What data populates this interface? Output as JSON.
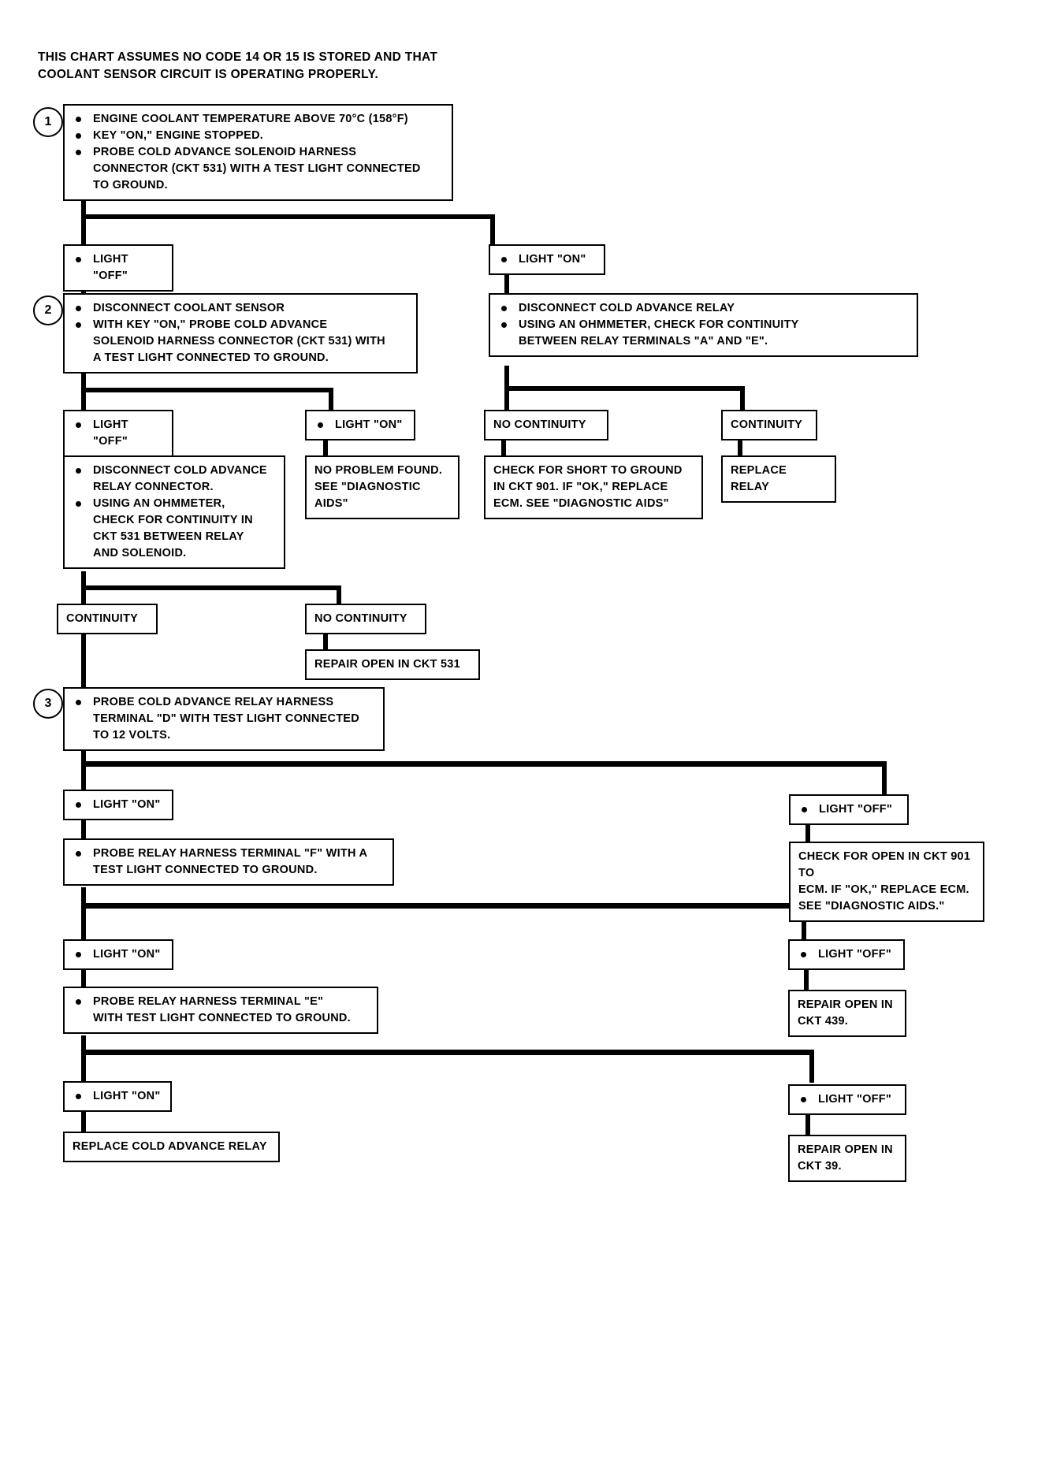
{
  "header": {
    "note": "THIS CHART ASSUMES NO CODE 14 OR 15 IS STORED AND THAT\nCOOLANT SENSOR CIRCUIT IS OPERATING PROPERLY."
  },
  "steps": {
    "one": "1",
    "two": "2",
    "three": "3"
  },
  "nodes": {
    "step1": {
      "b1": "ENGINE COOLANT TEMPERATURE ABOVE 70°C (158°F)",
      "b2": "KEY \"ON,\" ENGINE  STOPPED.",
      "b3": "PROBE COLD ADVANCE SOLENOID HARNESS\nCONNECTOR (CKT 531) WITH A TEST LIGHT CONNECTED\nTO GROUND."
    },
    "light_off_1": "LIGHT \"OFF\"",
    "light_on_1": "LIGHT \"ON\"",
    "step2": {
      "b1": "DISCONNECT COOLANT SENSOR",
      "b2": "WITH KEY \"ON,\" PROBE COLD ADVANCE\nSOLENOID HARNESS CONNECTOR (CKT 531) WITH\nA TEST LIGHT CONNECTED TO GROUND."
    },
    "relay_check": {
      "b1": "DISCONNECT COLD ADVANCE RELAY",
      "b2": "USING AN OHMMETER, CHECK FOR CONTINUITY\nBETWEEN RELAY TERMINALS \"A\" AND \"E\"."
    },
    "light_off_2": "LIGHT \"OFF\"",
    "light_on_2": "LIGHT \"ON\"",
    "no_continuity_1": "NO CONTINUITY",
    "continuity_1": "CONTINUITY",
    "disconnect_relay": {
      "b1": "DISCONNECT COLD ADVANCE\nRELAY CONNECTOR.",
      "b2": "USING AN OHMMETER,\nCHECK FOR CONTINUITY IN\nCKT 531 BETWEEN RELAY\nAND SOLENOID."
    },
    "no_problem": "NO PROBLEM FOUND.\nSEE \"DIAGNOSTIC\nAIDS\"",
    "check_short": "CHECK FOR SHORT TO GROUND\nIN CKT 901. IF \"OK,\" REPLACE\nECM. SEE \"DIAGNOSTIC AIDS\"",
    "replace_relay": "REPLACE RELAY",
    "continuity_2": "CONTINUITY",
    "no_continuity_2": "NO CONTINUITY",
    "repair_531": "REPAIR OPEN IN CKT 531",
    "step3": {
      "b1": "PROBE COLD ADVANCE RELAY HARNESS\nTERMINAL \"D\" WITH TEST LIGHT CONNECTED\nTO 12 VOLTS."
    },
    "light_on_3": "LIGHT \"ON\"",
    "light_off_3": "LIGHT \"OFF\"",
    "probe_f": "PROBE RELAY HARNESS TERMINAL \"F\" WITH A\nTEST LIGHT CONNECTED TO GROUND.",
    "check_open_901": "CHECK FOR OPEN IN CKT 901 TO\nECM. IF \"OK,\" REPLACE ECM.\nSEE \"DIAGNOSTIC AIDS.\"",
    "light_on_4": "LIGHT \"ON\"",
    "light_off_4": "LIGHT \"OFF\"",
    "probe_e": "PROBE RELAY HARNESS TERMINAL \"E\"\nWITH TEST LIGHT CONNECTED TO GROUND.",
    "repair_439": "REPAIR OPEN IN\nCKT 439.",
    "light_on_5": "LIGHT \"ON\"",
    "light_off_5": "LIGHT \"OFF\"",
    "replace_cold_relay": "REPLACE COLD ADVANCE RELAY",
    "repair_39": "REPAIR OPEN IN\nCKT 39."
  }
}
